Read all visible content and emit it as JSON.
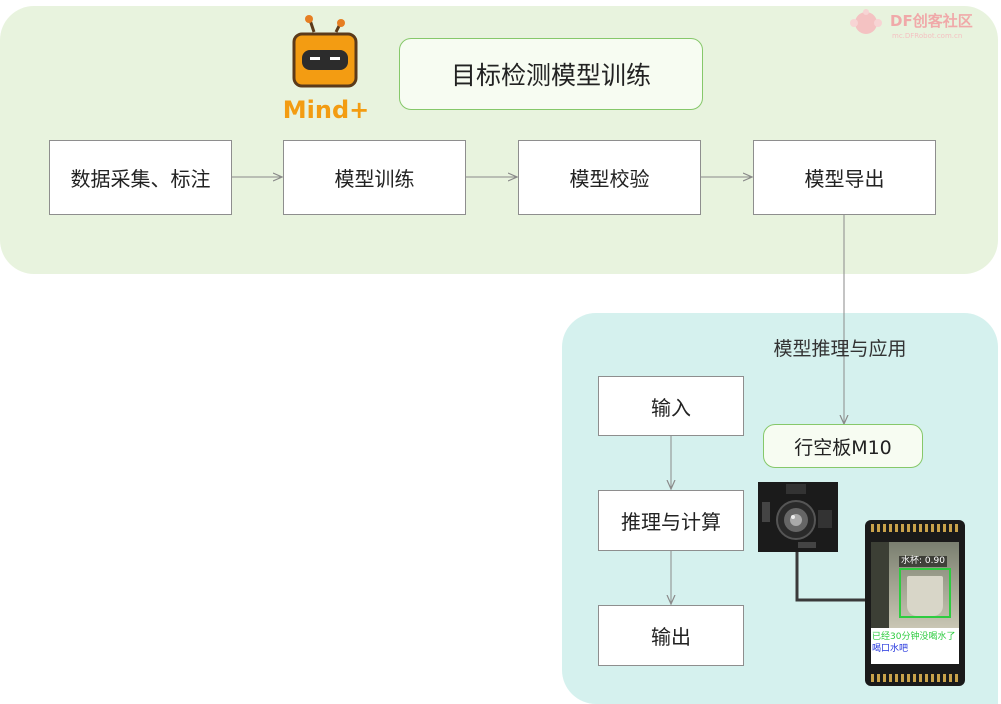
{
  "watermark": {
    "brand": "DF创客社区",
    "url": "mc.DFRobot.com.cn"
  },
  "logo": {
    "text": "Mind+"
  },
  "title": "目标检测模型训练",
  "pipeline": [
    {
      "label": "数据采集、标注"
    },
    {
      "label": "模型训练"
    },
    {
      "label": "模型校验"
    },
    {
      "label": "模型导出"
    }
  ],
  "inference": {
    "section_label": "模型推理与应用",
    "device": "行空板M10",
    "steps": [
      {
        "label": "输入"
      },
      {
        "label": "推理与计算"
      },
      {
        "label": "输出"
      }
    ]
  },
  "screen": {
    "detection_label": "水杯: 0.90",
    "message_line1": "已经30分钟没喝水了",
    "message_line2": "喝口水吧"
  },
  "colors": {
    "top_panel": "#e8f3de",
    "bottom_panel": "#d5f1ee",
    "pill_border": "#86c86a",
    "detection_box": "#2ecc40",
    "message_green": "#2ecc40",
    "message_blue": "#2233dd"
  }
}
